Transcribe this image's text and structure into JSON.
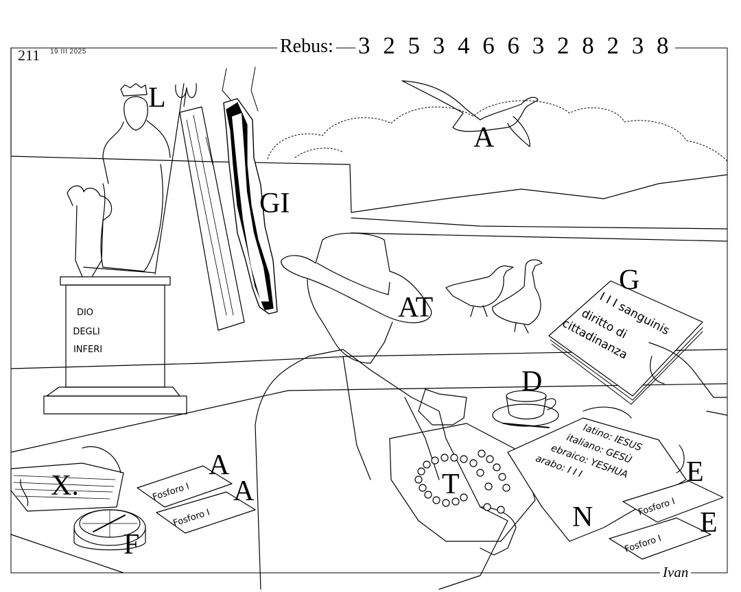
{
  "header": {
    "number": "211",
    "date": "19 III 2025",
    "rebus_label": "Rebus:",
    "sequence": "3 2 5 3 4 6 6 3 2 8 2 3 8"
  },
  "signature": "Ivan",
  "pedestal_text": [
    "DIO",
    "DEGLI",
    "INFERI"
  ],
  "book_text": [
    "I I I sanguinis",
    "diritto di",
    "cittadinanza"
  ],
  "scroll_text": [
    "latino: IESUS",
    "italiano: GESÙ",
    "ebraico: YESHUA",
    "arabo: I I I"
  ],
  "matchbox_label": "Fosforo I",
  "letters": {
    "pluto": "L",
    "lightning": "GI",
    "goose_flying": "A",
    "hat": "AT",
    "book": "G",
    "cup": "D",
    "music": "X.",
    "matchbox_left_top": "A",
    "matchbox_left_bottom": "A",
    "rosary": "T",
    "compass": "F",
    "scroll": "N",
    "matchbox_right_top": "E",
    "matchbox_right_bottom": "E"
  }
}
